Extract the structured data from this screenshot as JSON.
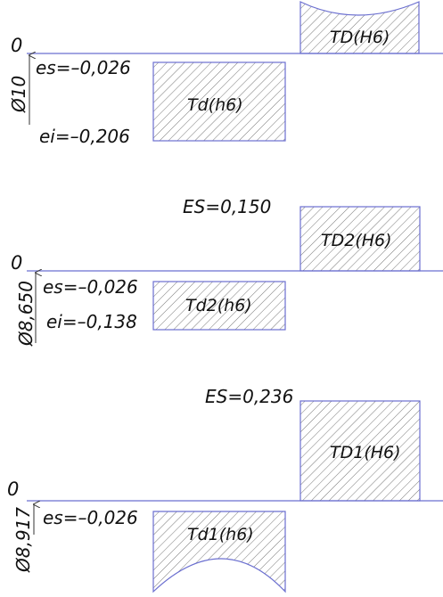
{
  "colors": {
    "outline": "#6b6fd0",
    "hatch": "#555555",
    "text": "#111111"
  },
  "panels": [
    {
      "zero_label": "0",
      "diameter_label": "Ø10",
      "hole": {
        "label": "TD(H6)",
        "top_edge": "concave"
      },
      "shaft": {
        "label": "Td(h6)",
        "es_label": "es=–0,026",
        "ei_label": "ei=–0,206"
      }
    },
    {
      "zero_label": "0",
      "diameter_label": "Ø8,650",
      "hole": {
        "label": "TD2(H6)",
        "es_label": "ES=0,150"
      },
      "shaft": {
        "label": "Td2(h6)",
        "es_label": "es=–0,026",
        "ei_label": "ei=–0,138"
      }
    },
    {
      "zero_label": "0",
      "diameter_label": "Ø8,917",
      "hole": {
        "label": "TD1(H6)",
        "es_label": "ES=0,236"
      },
      "shaft": {
        "label": "Td1(h6)",
        "es_label": "es=–0,026",
        "bottom_edge": "concave"
      }
    }
  ]
}
